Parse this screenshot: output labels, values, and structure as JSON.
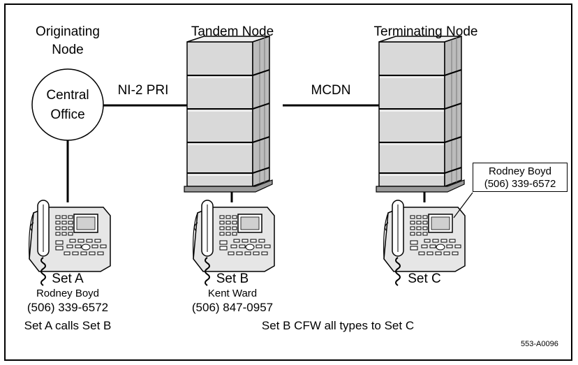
{
  "nodes": {
    "originating_line1": "Originating",
    "originating_line2": "Node",
    "tandem": "Tandem Node",
    "terminating": "Terminating Node"
  },
  "central_office": {
    "line1": "Central",
    "line2": "Office"
  },
  "links": {
    "co_to_tandem": "NI-2 PRI",
    "tandem_to_terminating": "MCDN"
  },
  "sets": {
    "a": {
      "label": "Set A",
      "name": "Rodney Boyd",
      "number": "(506) 339-6572"
    },
    "b": {
      "label": "Set B",
      "name": "Kent Ward",
      "number": "(506) 847-0957"
    },
    "c": {
      "label": "Set C"
    }
  },
  "display_callout": {
    "name": "Rodney Boyd",
    "number": "(506) 339-6572"
  },
  "notes": {
    "set_a": "Set A calls Set B",
    "set_b": "Set B CFW all types to Set C"
  },
  "figure_id": "553-A0096"
}
